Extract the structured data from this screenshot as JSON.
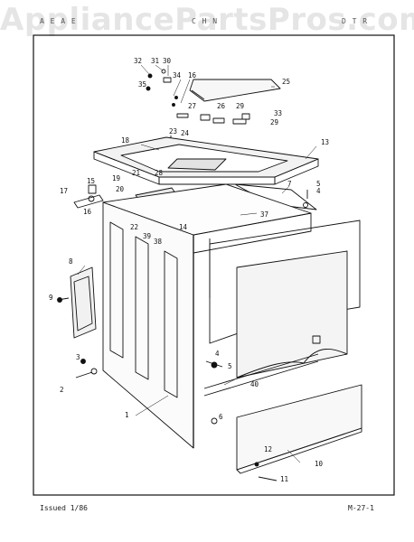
{
  "header": {
    "left_code": "A  E  A E",
    "mid_code": "C H N",
    "right_code": "D T  R"
  },
  "watermark": "AppliancePartsPros.com",
  "footer": {
    "issued": "Issued 1/86",
    "page_code": "M-27-1"
  },
  "callouts": [
    "32",
    "31",
    "30",
    "34",
    "16",
    "35",
    "25",
    "27",
    "26",
    "29",
    "33",
    "29",
    "23",
    "24",
    "18",
    "13",
    "21",
    "28",
    "19",
    "15",
    "17",
    "16",
    "20",
    "7",
    "5",
    "4",
    "37",
    "22",
    "14",
    "39",
    "38",
    "8",
    "9",
    "3",
    "2",
    "1",
    "4",
    "5",
    "40",
    "6",
    "10",
    "12",
    "11"
  ]
}
